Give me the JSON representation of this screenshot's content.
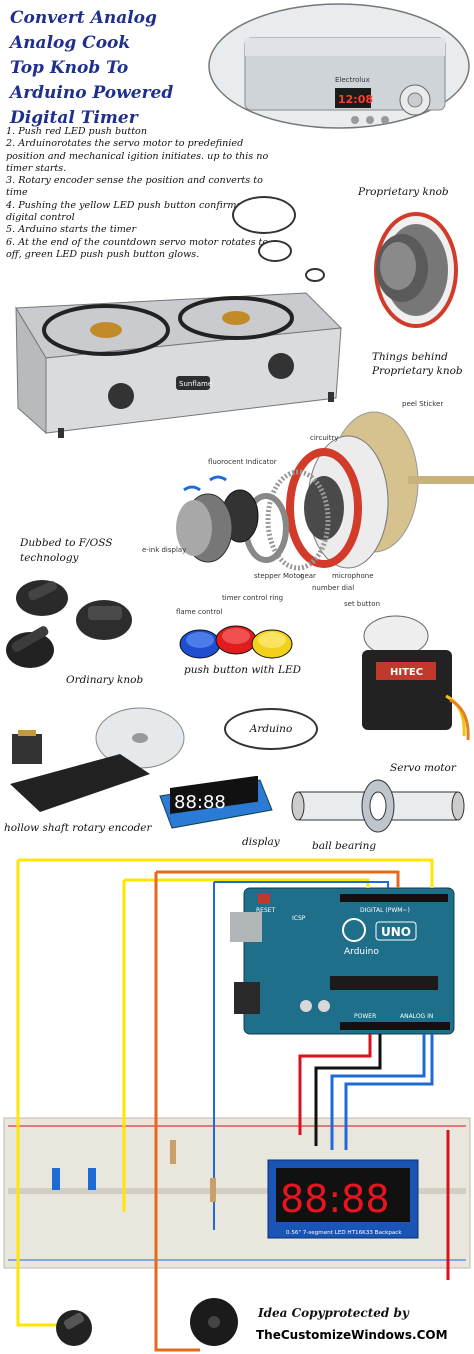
{
  "title": {
    "line1": "Convert Analog",
    "line2": "Analog Cook",
    "line3": "Top Knob To",
    "line4": "Arduino Powered",
    "line5": "Digital Timer"
  },
  "steps": [
    "1. Push red LED push button",
    "2. Arduinorotates the servo motor to predefinied position and mechanical igition initiates. up to this no timer starts.",
    "3. Rotary encoder sense the position and converts to time",
    "4. Pushing the yellow LED push button confirms digital control",
    "5. Arduino starts the  timer",
    "6. At the end of the countdown servo motor rotates to off, green LED push push button glows."
  ],
  "stove_display": "12:08",
  "stove_brand": "Electrolux",
  "stove_left_brand": "Sunflame",
  "labels": {
    "proprietary_knob": "Proprietary knob",
    "things_behind": "Things behind Proprietary knob",
    "dubbed": "Dubbed to F/OSS technology",
    "ordinary_knob": "Ordinary knob",
    "push_button": "push button with LED",
    "arduino_cloud": "Arduino",
    "servo_motor": "Servo motor",
    "rotary_encoder": "hollow shaft rotary encoder",
    "display": "display",
    "ball_bearing": "ball bearing",
    "copyright_line1": "Idea Copyprotected by",
    "copyright_line2": "TheCustomizeWindows.COM"
  },
  "exploded_parts": [
    "peel Sticker",
    "circuitry",
    "fluorocent Indicator",
    "e-ink display",
    "stepper Motor",
    "gear",
    "microphone",
    "number dial",
    "timer control ring",
    "flame control",
    "set button"
  ],
  "servo_brand": "HITEC",
  "seven_segment": {
    "digits": "88:88",
    "breadboard_digits": "88:88",
    "caption": "0.56\" 7-segment LED HT16K33 Backpack"
  },
  "arduino_board": {
    "name": "UNO",
    "brand": "Arduino",
    "reset": "RESET",
    "icsp": "ICSP",
    "digital_label": "DIGITAL (PWM~)",
    "analog_label": "ANALOG IN",
    "power_label": "POWER"
  },
  "wire_colors": {
    "yellow": "#ffe600",
    "orange": "#e5691c",
    "red": "#d8111c",
    "black": "#111111",
    "blue": "#1e6bd6"
  },
  "button_colors": [
    "#1f4fd0",
    "#e01c1c",
    "#f3d01a"
  ]
}
